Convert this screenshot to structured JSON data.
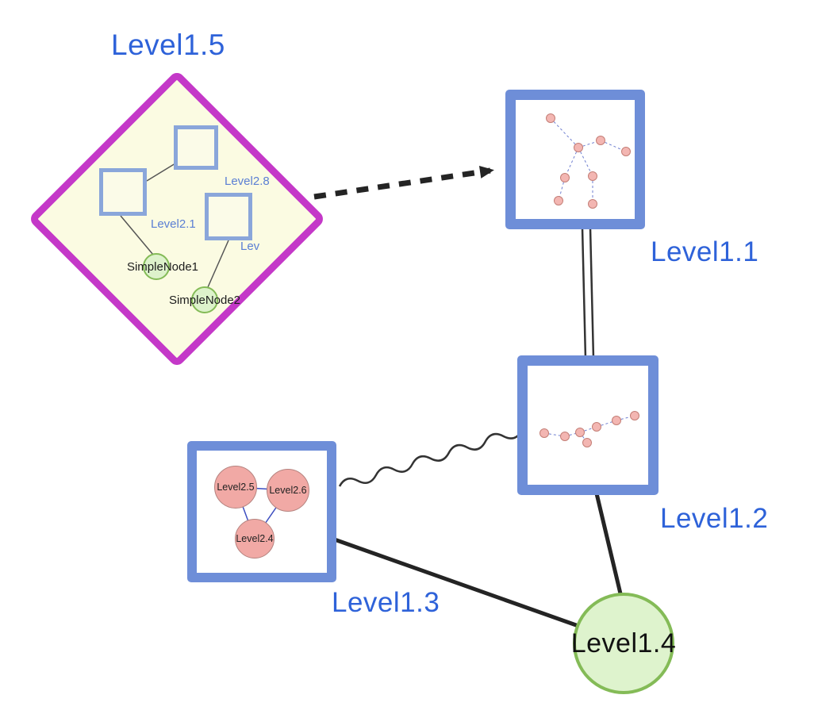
{
  "diagram": {
    "labels": {
      "level15": "Level1.5",
      "level11": "Level1.1",
      "level12": "Level1.2",
      "level13": "Level1.3",
      "level14": "Level1.4",
      "level28": "Level2.8",
      "level21": "Level2.1",
      "lev_clipped": "Lev",
      "simplenode1": "SimpleNode1",
      "simplenode2": "SimpleNode2",
      "level25": "Level2.5",
      "level26": "Level2.6",
      "level24": "Level2.4"
    },
    "nodes": [
      {
        "id": "Level1.5",
        "shape": "diamond",
        "border_color": "#c438c8",
        "fill": "#fbfbe2",
        "children": [
          "Level2.8",
          "Level2.1",
          "Lev",
          "SimpleNode1",
          "SimpleNode2"
        ]
      },
      {
        "id": "Level1.1",
        "shape": "square",
        "border_color": "#6e8ed8",
        "content": "small pink node graph with dashed edges"
      },
      {
        "id": "Level1.2",
        "shape": "square",
        "border_color": "#6e8ed8",
        "content": "small pink node chain with dashed edges"
      },
      {
        "id": "Level1.3",
        "shape": "square",
        "border_color": "#6e8ed8",
        "children": [
          "Level2.5",
          "Level2.6",
          "Level2.4"
        ]
      },
      {
        "id": "Level1.4",
        "shape": "circle",
        "border_color": "#84bb57",
        "fill": "#def3cd"
      }
    ],
    "edges": [
      {
        "from": "Level1.5",
        "to": "Level1.1",
        "style": "thick-dashed-arrow"
      },
      {
        "from": "Level1.1",
        "to": "Level1.2",
        "style": "double-line"
      },
      {
        "from": "Level1.2",
        "to": "Level1.3",
        "style": "wavy"
      },
      {
        "from": "Level1.3",
        "to": "Level1.4",
        "style": "solid"
      },
      {
        "from": "Level1.2",
        "to": "Level1.4",
        "style": "solid"
      }
    ],
    "colors": {
      "label_blue": "#2e62d9",
      "box_border_blue": "#6e8ed8",
      "diamond_border_magenta": "#c438c8",
      "diamond_fill": "#fbfbe2",
      "green_node_fill": "#ddf2cb",
      "green_node_border": "#84bb57",
      "pink_node_fill": "#f3b6b2",
      "edge_black": "#222222"
    }
  }
}
